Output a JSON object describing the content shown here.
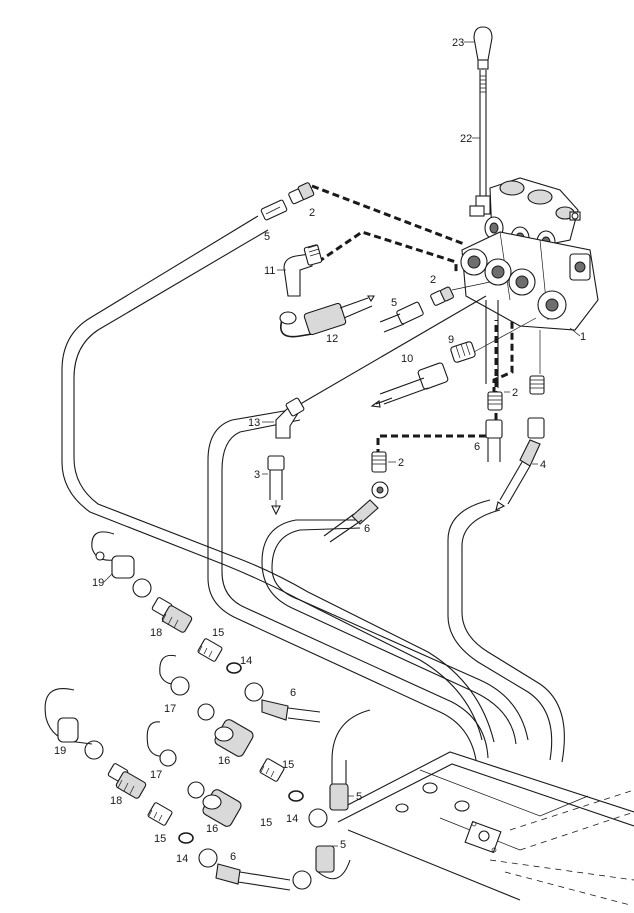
{
  "callouts": {
    "c1": "1",
    "c2a": "2",
    "c2b": "2",
    "c2c": "2",
    "c2d": "2",
    "c3": "3",
    "c4": "4",
    "c5a": "5",
    "c5b": "5",
    "c5c": "5",
    "c5d": "5",
    "c6a": "6",
    "c6b": "6",
    "c6c": "6",
    "c6d": "6",
    "c9": "9",
    "c10": "10",
    "c11": "11",
    "c12": "12",
    "c13": "13",
    "c14a": "14",
    "c14b": "14",
    "c14c": "14",
    "c15a": "15",
    "c15b": "15",
    "c15c": "15",
    "c15d": "15",
    "c16a": "16",
    "c16b": "16",
    "c17a": "17",
    "c17b": "17",
    "c18a": "18",
    "c18b": "18",
    "c19a": "19",
    "c19b": "19",
    "c22": "22",
    "c23": "23"
  },
  "icons": {
    "valve": "control-valve-icon",
    "lever": "control-lever-icon",
    "knob": "lever-knob-icon",
    "coupler": "quick-coupler-icon",
    "cap": "dust-cap-icon",
    "hose": "hydraulic-hose-icon"
  }
}
